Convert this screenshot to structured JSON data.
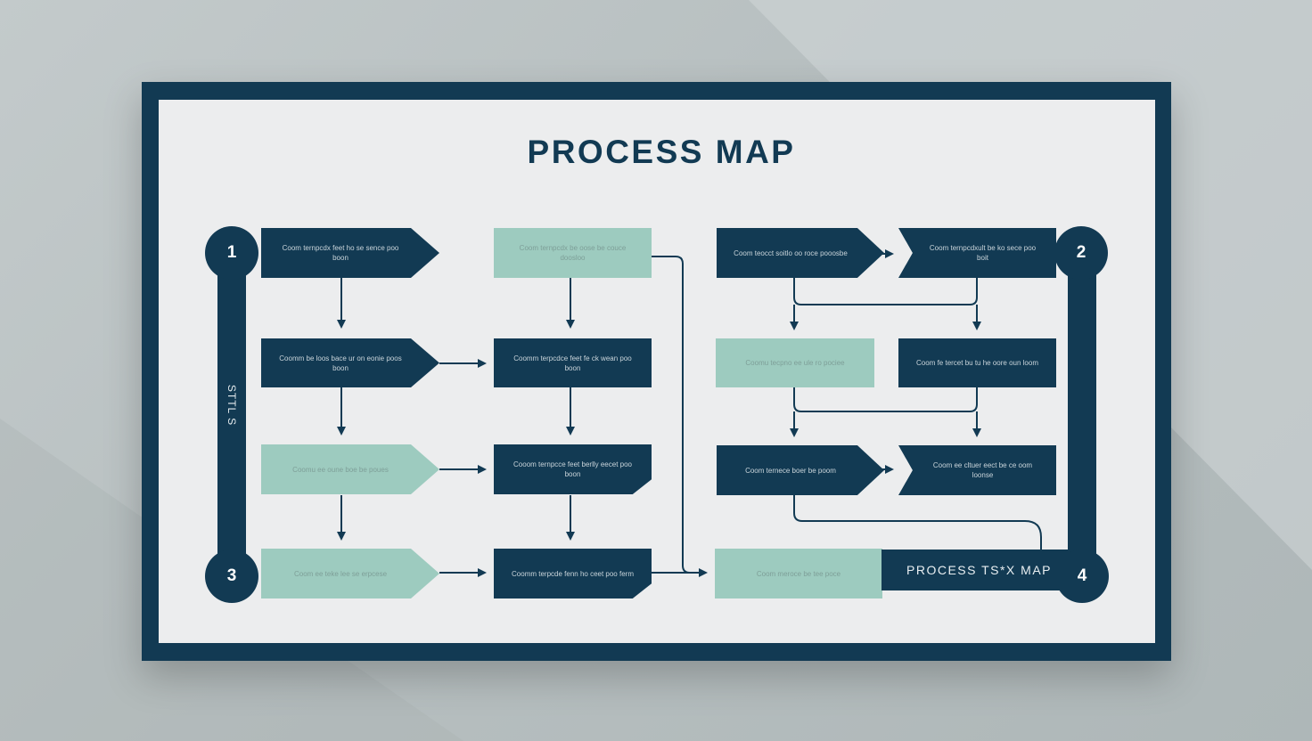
{
  "title": "PROCESS MAP",
  "side_label": "STTL S",
  "legend_label": "PROCESS TS*X MAP",
  "badges": [
    "1",
    "2",
    "3",
    "4"
  ],
  "colors": {
    "dark": "#123a53",
    "light": "#9dcbbf",
    "canvas": "#ecedee"
  },
  "nodes": {
    "a1": "Coom ternpcdx feet ho se sence poo boon",
    "b1": "Coom ternpcdx be oose be couce doosloo",
    "a2": "Coomm be loos bace ur on eonie poos boon",
    "b2": "Coomm terpcdce feet fe ck wean poo boon",
    "a3": "Coomu ee oune boe be poues",
    "b3": "Cooom ternpcce feet berlly eecet poo boon",
    "a4": "Coom ee teke lee se erpcese",
    "b4": "Coomm terpcde fenn ho ceet poo ferm",
    "c1": "Coom teocct soitlo oo roce pooosbe",
    "d1": "Coom ternpcdxult be ko sece poo boit",
    "c2": "Coomu tecpno ee ule ro pociee",
    "d2": "Coom fe tercet bu tu he oore oun loom",
    "c3": "Coom ternece boer be poom",
    "d3": "Coom ee cltuer eect be ce oom loonse",
    "c4": "Coom meroce be tee poce"
  }
}
